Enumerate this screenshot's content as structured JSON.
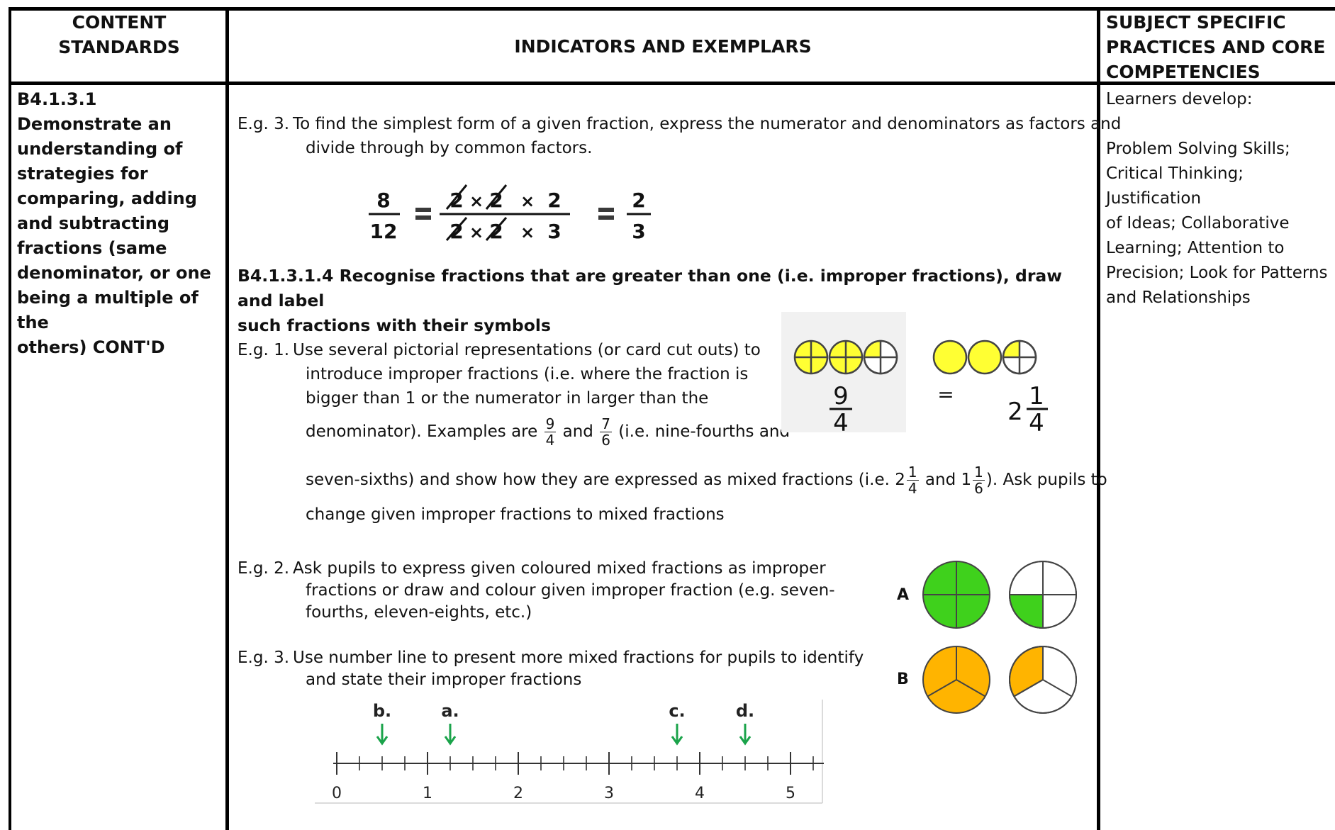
{
  "header": {
    "col1": [
      "CONTENT",
      "STANDARDS"
    ],
    "col2": "INDICATORS AND EXEMPLARS",
    "col3": [
      "SUBJECT SPECIFIC",
      "PRACTICES AND CORE",
      "COMPETENCIES"
    ]
  },
  "standard": {
    "code": "B4.1.3.1",
    "lines": [
      "Demonstrate an",
      "understanding of",
      "strategies for",
      "comparing, adding",
      "and subtracting",
      "fractions (same",
      "denominator, or one",
      "being a multiple of the",
      "others) CONT'D"
    ]
  },
  "indicators": {
    "eg3_top": {
      "label": "E.g. 3.",
      "line1": "To find the simplest form of a given fraction, express the numerator and denominators as factors and",
      "line2": "divide through by common factors."
    },
    "simplify_equation": {
      "left_num": "8",
      "left_den": "12",
      "mid_num": [
        "2",
        "×",
        "2",
        "×",
        "2"
      ],
      "mid_den": [
        "2",
        "×",
        "2",
        "×",
        "3"
      ],
      "right_num": "2",
      "right_den": "3",
      "op": "="
    },
    "indicator_code": "B4.1.3.1.4",
    "indicator_line1": "Recognise fractions that are greater than one (i.e. improper fractions), draw and label",
    "indicator_line2": "such fractions with their symbols",
    "eg1": {
      "label": "E.g. 1.",
      "line1": "Use several pictorial representations (or card cut outs) to",
      "line2": "introduce improper fractions (i.e. where the fraction is",
      "line3": "bigger than 1 or the numerator in larger than the",
      "line4a": "denominator). Examples are",
      "f1n": "9",
      "f1d": "4",
      "and": "and",
      "f2n": "7",
      "f2d": "6",
      "line4b": "(i.e. nine-fourths and",
      "line5a": "seven-sixths) and show how they are expressed as mixed fractions (i.e. 2",
      "m1n": "1",
      "m1d": "4",
      "and2": "and 1",
      "m2n": "1",
      "m2d": "6",
      "line5b": "). Ask pupils to",
      "line6": "change given improper fractions to mixed fractions"
    },
    "eg1_figure": {
      "left_num": "9",
      "left_den": "4",
      "equals": "=",
      "whole": "2",
      "right_num": "1",
      "right_den": "4"
    },
    "eg2": {
      "label": "E.g. 2.",
      "line1": "Ask pupils to express given coloured mixed fractions as improper",
      "line2": "fractions or draw and colour given improper fraction (e.g. seven-",
      "line3": "fourths, eleven-eights, etc.)"
    },
    "eg2_figure": {
      "row_a": "A",
      "row_b": "B",
      "colors": {
        "green": "#3fd11c",
        "orange": "#ffb400",
        "yellow": "#ffff33"
      }
    },
    "eg3_bottom": {
      "label": "E.g. 3.",
      "line1": "Use number line to present more mixed fractions for pupils to identify",
      "line2": "and state their improper fractions"
    },
    "number_line": {
      "markers": [
        {
          "label": "b.",
          "value": 0.5
        },
        {
          "label": "a.",
          "value": 1.25
        },
        {
          "label": "c.",
          "value": 3.75
        },
        {
          "label": "d.",
          "value": 4.5
        }
      ],
      "ticks": [
        "0",
        "1",
        "2",
        "3",
        "4",
        "5"
      ],
      "arrow_color": "#1aa34a"
    }
  },
  "competencies": {
    "intro": "Learners develop:",
    "lines": [
      "Problem Solving Skills;",
      "Critical Thinking; Justification",
      "of Ideas; Collaborative",
      "Learning; Attention to",
      "Precision; Look for Patterns",
      "and Relationships"
    ]
  }
}
